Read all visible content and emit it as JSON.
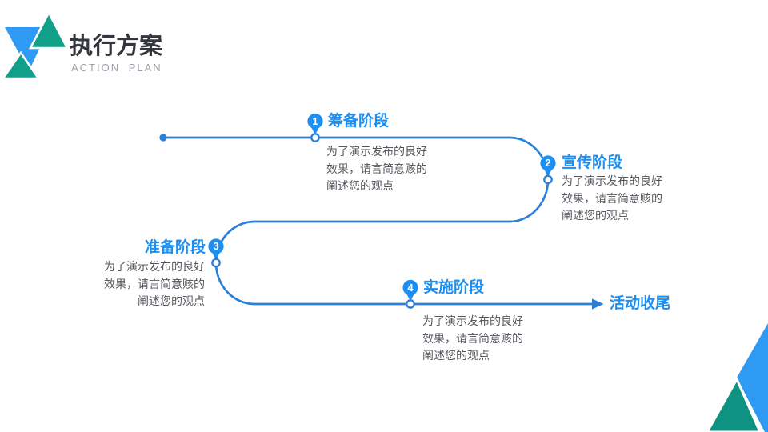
{
  "slide": {
    "header": {
      "title": "执行方案",
      "subtitle": "ACTION PLAN"
    },
    "stages": [
      {
        "number": "1",
        "title": "筹备阶段",
        "desc_lines": [
          "为了演示发布的良好",
          "效果，请言简意赅的",
          "阐述您的观点"
        ]
      },
      {
        "number": "2",
        "title": "宣传阶段",
        "desc_lines": [
          "为了演示发布的良好",
          "效果，请言简意赅的",
          "阐述您的观点"
        ]
      },
      {
        "number": "3",
        "title": "准备阶段",
        "desc_lines": [
          "为了演示发布的良好",
          "效果，请言简意赅的",
          "阐述您的观点"
        ]
      },
      {
        "number": "4",
        "title": "实施阶段",
        "desc_lines": [
          "为了演示发布的良好",
          "效果，请言简意赅的",
          "阐述您的观点"
        ]
      }
    ],
    "end_label": "活动收尾"
  },
  "colors": {
    "accent_blue": "#1e8ff2",
    "line_blue": "#2b7fd6",
    "logo_blue": "#2e9af4",
    "teal": "#10a089",
    "corner_teal": "#0e9282",
    "title_dark": "#33363c",
    "subtitle_gray": "#9ba1a8",
    "desc_gray": "#54575d"
  }
}
